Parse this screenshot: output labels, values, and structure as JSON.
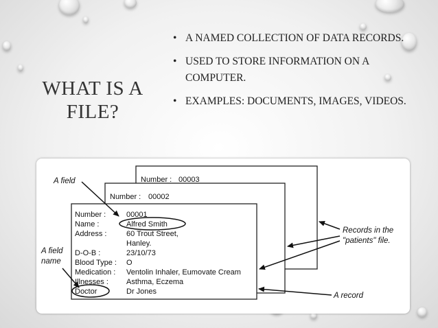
{
  "title": "WHAT IS A FILE?",
  "bullets": [
    {
      "marker": "•",
      "text": "A NAMED COLLECTION OF DATA RECORDS."
    },
    {
      "marker": "•",
      "text": "USED TO STORE INFORMATION ON A COMPUTER."
    },
    {
      "marker": "•",
      "text": "EXAMPLES: DOCUMENTS, IMAGES, VIDEOS."
    }
  ],
  "figure": {
    "records": [
      {
        "label": "Number :",
        "value": "00003"
      },
      {
        "label": "Number :",
        "value": "00002"
      }
    ],
    "front_record": {
      "rows": [
        {
          "label": "Number :",
          "value": "00001"
        },
        {
          "label": "Name :",
          "value": "Alfred Smith"
        },
        {
          "label": "Address :",
          "value": "60 Trout Street,"
        },
        {
          "label": "",
          "value": "Hanley."
        },
        {
          "label": "D-O-B :",
          "value": "23/10/73"
        },
        {
          "label": "Blood Type :",
          "value": "O"
        },
        {
          "label": "Medication :",
          "value": "Ventolin Inhaler, Eumovate Cream"
        },
        {
          "label": "Illnesses :",
          "value": "Asthma, Eczema"
        },
        {
          "label": "Doctor",
          "value": "Dr Jones"
        }
      ]
    },
    "annotations": {
      "a_field": "A field",
      "a_field_name_line1": "A field",
      "a_field_name_line2": "name",
      "records_line1": "Records in the",
      "records_line2": "\"patients\" file.",
      "a_record": "A record"
    }
  }
}
